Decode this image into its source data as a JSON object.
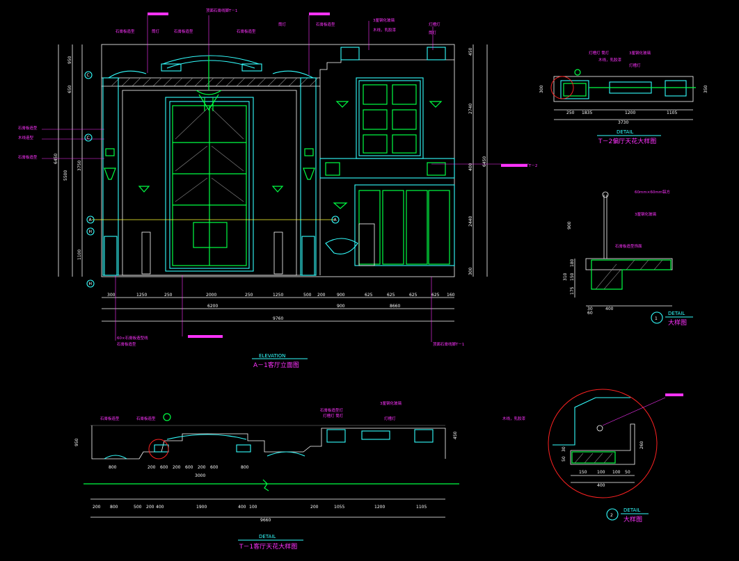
{
  "elevation": {
    "caption_en": "ELEVATION",
    "caption_cn": "A－1客厅立面图",
    "overall_width": "9760",
    "sub_width_left": "6200",
    "sub_width_right": "8660",
    "sub_width_mid": "900",
    "bottom_dims": [
      "300",
      "1250",
      "250",
      "2000",
      "250",
      "1250",
      "500",
      "200",
      "900",
      "625",
      "625",
      "625",
      "625",
      "160"
    ],
    "left_dims": [
      "950",
      "650",
      "3750",
      "1100"
    ],
    "left_totals": [
      "6450",
      "5500"
    ],
    "right_dims": [
      "450",
      "2740",
      "400",
      "2440",
      "300"
    ],
    "right_total": "6450",
    "section_marks": [
      "C",
      "C",
      "A",
      "H",
      "H",
      "A"
    ],
    "ref_tag": "T－2"
  },
  "detail_t2": {
    "caption_en": "DETAIL",
    "caption_cn": "T－2偏厅天花大样图",
    "dims": [
      "250",
      "1835",
      "1200",
      "1105"
    ],
    "total": "3730",
    "height_dims": [
      "300",
      "350"
    ]
  },
  "detail_1": {
    "caption_en": "DETAIL",
    "caption_cn": "大样图",
    "number": "1",
    "dims": [
      "400",
      "30",
      "60"
    ],
    "left_dims": [
      "900",
      "150",
      "180",
      "175",
      "310"
    ],
    "notes": [
      "60mm×60mm铝方",
      "3厘钢化玻璃",
      "石膏板造型饰面"
    ]
  },
  "detail_2": {
    "caption_en": "DETAIL",
    "caption_cn": "大样图",
    "number": "2",
    "dims": [
      "150",
      "100",
      "100",
      "50"
    ],
    "total": "400",
    "side_dims": [
      "260",
      "50",
      "30"
    ],
    "note": "木线，乳胶漆"
  },
  "ceiling_t1": {
    "caption_en": "DETAIL",
    "caption_cn": "T－1客厅天花大样图",
    "total": "9660",
    "bottom_dims": [
      "200",
      "800",
      "500",
      "200",
      "400",
      "1900",
      "400",
      "100",
      "200",
      "1055",
      "1200",
      "1105"
    ],
    "inner_dims": [
      "800",
      "200",
      "600",
      "200",
      "600",
      "200",
      "600",
      "800"
    ],
    "inner_total": "3000",
    "side_dims": [
      "950",
      "450"
    ]
  },
  "colors": {
    "background": "#000000",
    "cyan": "#33ffff",
    "green": "#00ff44",
    "magenta": "#ff33ff",
    "yellow": "#ffff33",
    "red": "#ff2222",
    "white": "#ffffff"
  }
}
